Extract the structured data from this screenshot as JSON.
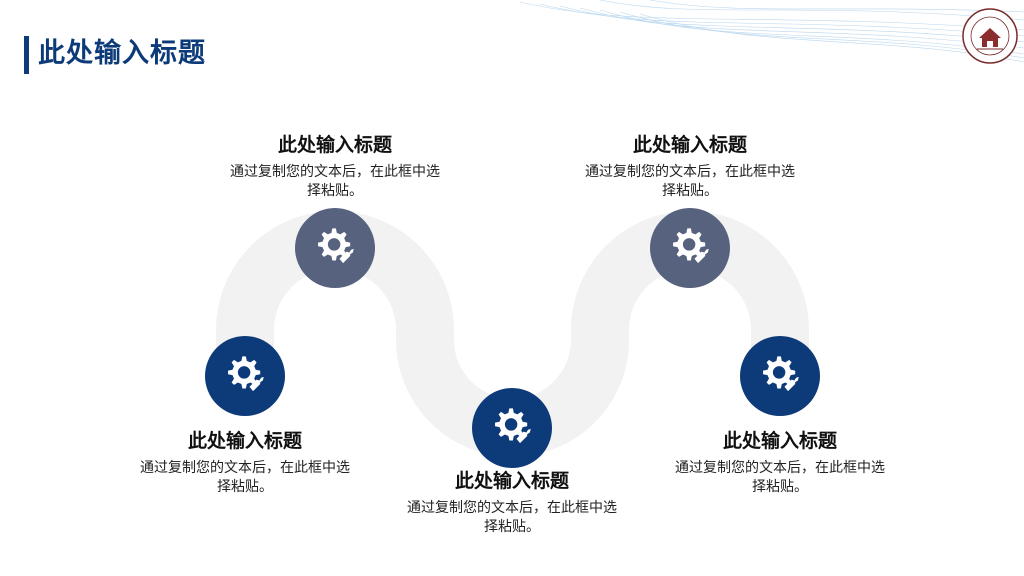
{
  "slide": {
    "title": "此处输入标题",
    "logo_icon": "university-seal-icon",
    "gear_icon": "gear-wrench-icon"
  },
  "colors": {
    "primary": "#0d3b7a",
    "secondary": "#57627e",
    "path": "#f2f2f2"
  },
  "steps": [
    {
      "title": "此处输入标题",
      "text": "通过复制您的文本后，在此框中选择粘贴。",
      "color": "primary"
    },
    {
      "title": "此处输入标题",
      "text": "通过复制您的文本后，在此框中选择粘贴。",
      "color": "secondary"
    },
    {
      "title": "此处输入标题",
      "text": "通过复制您的文本后，在此框中选择粘贴。",
      "color": "primary"
    },
    {
      "title": "此处输入标题",
      "text": "通过复制您的文本后，在此框中选择粘贴。",
      "color": "secondary"
    },
    {
      "title": "此处输入标题",
      "text": "通过复制您的文本后，在此框中选择粘贴。",
      "color": "primary"
    }
  ]
}
